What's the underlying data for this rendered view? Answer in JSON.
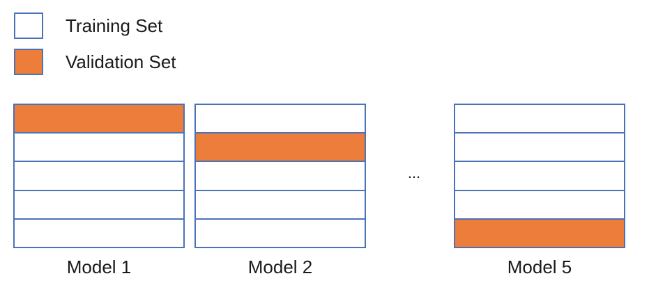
{
  "colors": {
    "border": "#4a72b8",
    "training": "#ffffff",
    "validation": "#ed7d3a"
  },
  "legend": [
    {
      "label": "Training Set",
      "kind": "training"
    },
    {
      "label": "Validation Set",
      "kind": "validation"
    }
  ],
  "models": [
    {
      "label": "Model 1",
      "validation_fold": 1
    },
    {
      "label": "Model 2",
      "validation_fold": 2
    },
    {
      "label": "Model 5",
      "validation_fold": 5
    }
  ],
  "folds_per_model": 5,
  "ellipsis": "..."
}
